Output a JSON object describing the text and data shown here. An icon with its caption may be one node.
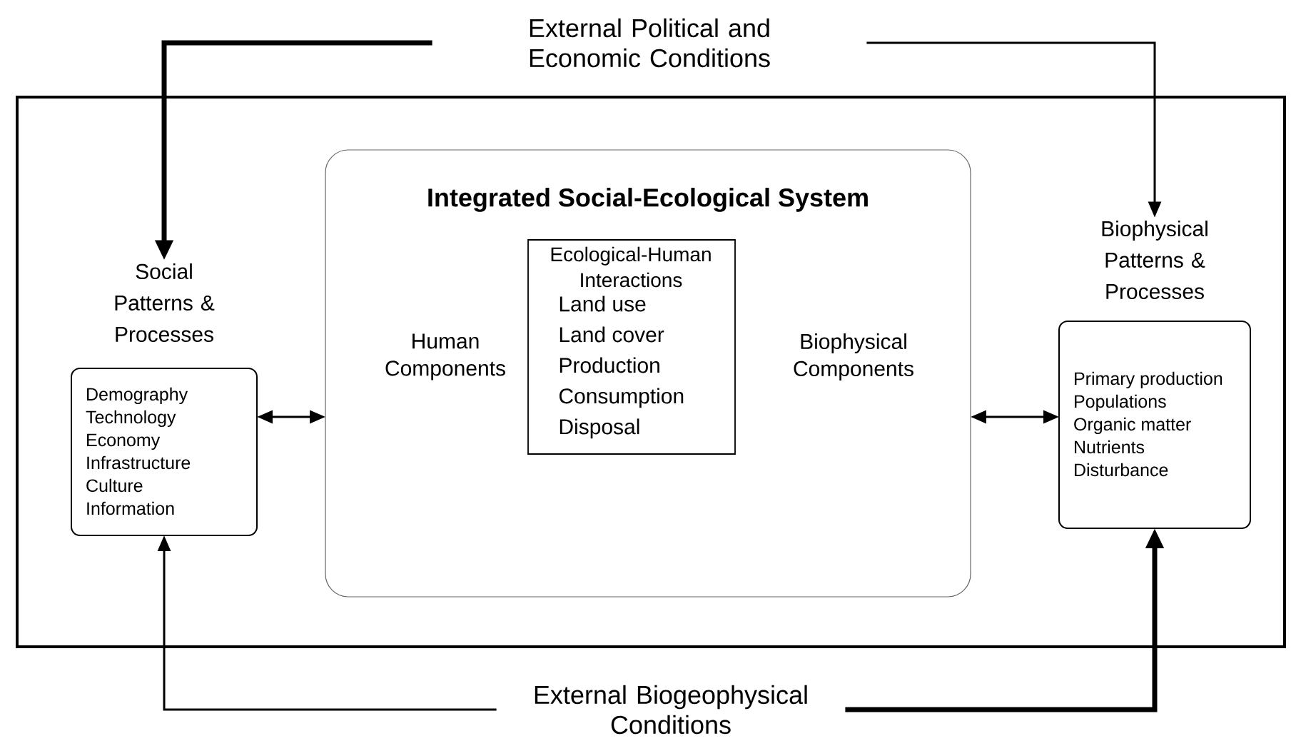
{
  "diagram": {
    "nodes": [
      {
        "text": [
          "External Political and Economic Conditions"
        ]
      },
      {
        "text": [
          "Social Patterns & Processes",
          "Demography",
          "Technology",
          "Economy",
          "Infrastructure",
          "Culture",
          "Information"
        ]
      },
      {
        "text": [
          "Integrated Social-Ecological System",
          "Human Components",
          "Biophysical Components"
        ]
      },
      {
        "text": [
          "Ecological-Human Interactions",
          "Land use",
          "Land cover",
          "Production",
          "Consumption",
          "Disposal"
        ],
        "in": 2
      },
      {
        "text": [
          "Biophysical Patterns & Processes",
          "Primary production",
          "Populations",
          "Organic matter",
          "Nutrients",
          "Disturbance"
        ]
      },
      {
        "text": [
          "External Biogeophysical Conditions"
        ]
      }
    ],
    "edges": [
      {
        "from": 0,
        "to": 1,
        "arrow": "to",
        "style": "thick"
      },
      {
        "from": 0,
        "to": 4,
        "arrow": "to"
      },
      {
        "from": 5,
        "to": 1,
        "arrow": "to"
      },
      {
        "from": 5,
        "to": 4,
        "arrow": "to",
        "style": "thick"
      },
      {
        "from": 1,
        "to": 2,
        "arrow": "both"
      },
      {
        "from": 2,
        "to": 4,
        "arrow": "both"
      }
    ]
  }
}
